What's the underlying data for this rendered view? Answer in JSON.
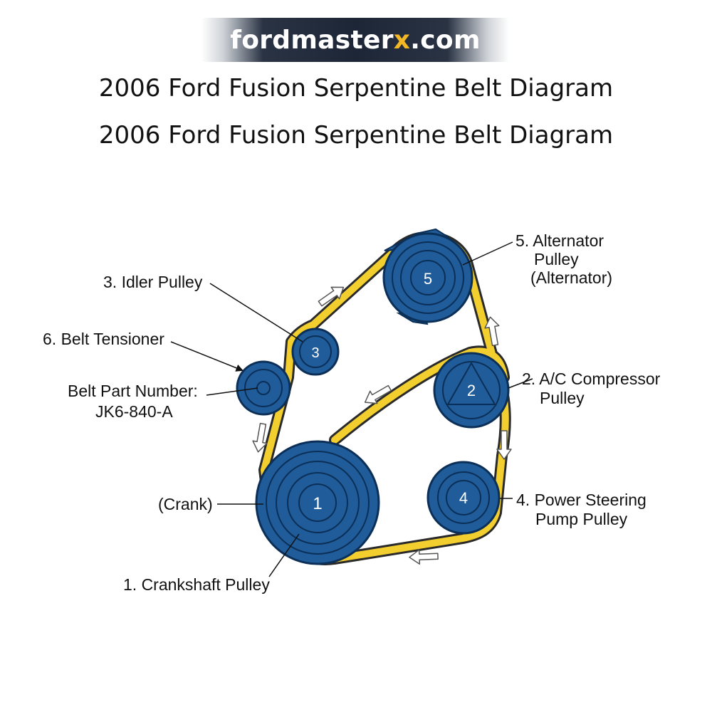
{
  "watermark": {
    "prefix": "fordmaster",
    "accent": "x",
    "suffix": ".com",
    "accent_color": "#f3b624"
  },
  "titles": [
    "2006 Ford Fusion Serpentine Belt Diagram",
    "2006 Ford Fusion Serpentine Belt Diagram"
  ],
  "colors": {
    "pulley": "#1f5c99",
    "pulley_dark": "#0b2f57",
    "belt": "#f2cf2e",
    "belt_edge": "#2a2a2a"
  },
  "pulleys": {
    "crank_number": "1",
    "ac_number": "2",
    "idler_number": "3",
    "ps_number": "4",
    "alt_number": "5"
  },
  "labels": {
    "alternator_1": "5. Alternator",
    "alternator_2": "Pulley",
    "alternator_3": "(Alternator)",
    "idler": "3. Idler Pulley",
    "tensioner": "6. Belt Tensioner",
    "part_number_1": "Belt Part Number:",
    "part_number_2": "JK6-840-A",
    "ac_1": "2. A/C Compressor",
    "ac_2": "Pulley",
    "crank_short": "(Crank)",
    "power_steering_1": "4. Power Steering",
    "power_steering_2": "Pump Pulley",
    "crankshaft": "1. Crankshaft Pulley"
  }
}
